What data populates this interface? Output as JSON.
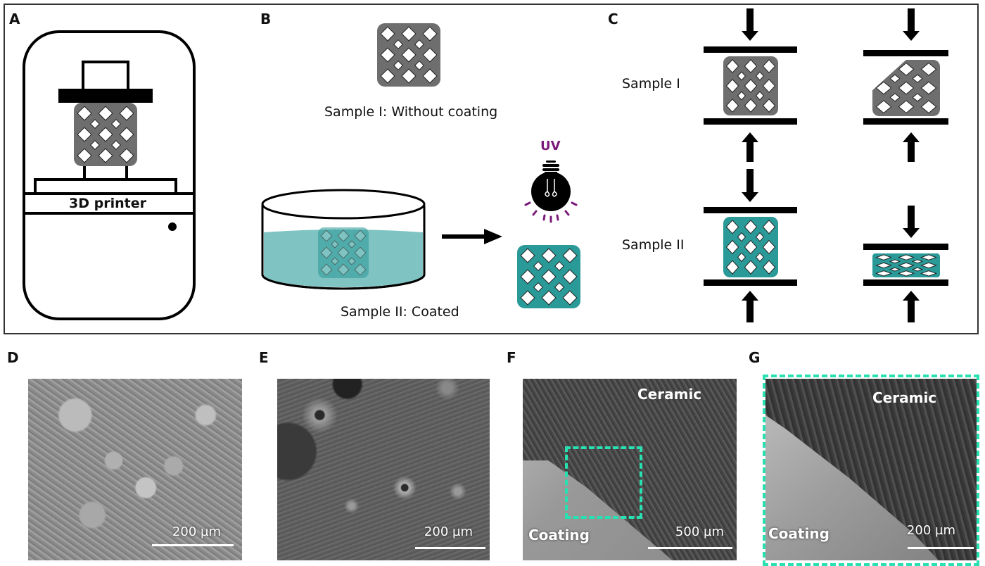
{
  "panels": {
    "A": {
      "label": "A",
      "printer_label": "3D printer"
    },
    "B": {
      "label": "B",
      "sample1_caption": "Sample I: Without coating",
      "sample2_caption": "Sample II: Coated",
      "uv_label": "UV"
    },
    "C": {
      "label": "C",
      "row1_label": "Sample I",
      "row2_label": "Sample II"
    },
    "D": {
      "label": "D",
      "scale": "200 µm"
    },
    "E": {
      "label": "E",
      "scale": "200 µm"
    },
    "F": {
      "label": "F",
      "scale": "500 µm",
      "region_top": "Ceramic",
      "region_bottom": "Coating"
    },
    "G": {
      "label": "G",
      "scale": "200 µm",
      "region_top": "Ceramic",
      "region_bottom": "Coating"
    }
  },
  "colors": {
    "lattice_gray": "#6e6e6e",
    "lattice_teal": "#2a9a98",
    "coating_liquid": "#7fc4c2",
    "uv_purple": "#7a1a7a",
    "highlight_dash": "#28e0b0"
  }
}
